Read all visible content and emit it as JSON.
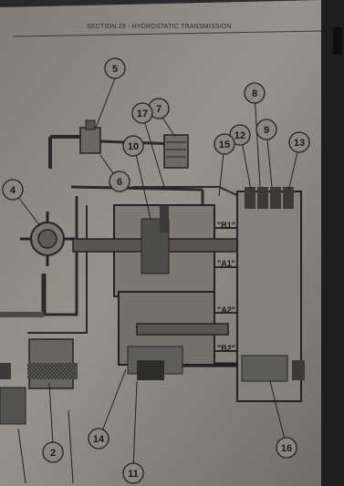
{
  "header": {
    "section_title": "SECTION 29 - HYDROSTATIC TRANSMISSION"
  },
  "callouts": [
    {
      "id": "c2",
      "label": "2"
    },
    {
      "id": "c4",
      "label": "4"
    },
    {
      "id": "c5",
      "label": "5"
    },
    {
      "id": "c6",
      "label": "6"
    },
    {
      "id": "c7",
      "label": "7"
    },
    {
      "id": "c8",
      "label": "8"
    },
    {
      "id": "c9",
      "label": "9"
    },
    {
      "id": "c10",
      "label": "10"
    },
    {
      "id": "c11",
      "label": "11"
    },
    {
      "id": "c12",
      "label": "12"
    },
    {
      "id": "c13",
      "label": "13"
    },
    {
      "id": "c14",
      "label": "14"
    },
    {
      "id": "c15",
      "label": "15"
    },
    {
      "id": "c16",
      "label": "16"
    },
    {
      "id": "c17",
      "label": "17"
    }
  ],
  "port_labels": [
    {
      "id": "b1",
      "label": "\"B1\""
    },
    {
      "id": "a1",
      "label": "\"A1\""
    },
    {
      "id": "a2",
      "label": "\"A2\""
    },
    {
      "id": "b2",
      "label": "\"B2\""
    }
  ],
  "colors": {
    "paper": "#8e8b83",
    "ink": "#1f1f1f",
    "shadow": "#2a2a28"
  }
}
